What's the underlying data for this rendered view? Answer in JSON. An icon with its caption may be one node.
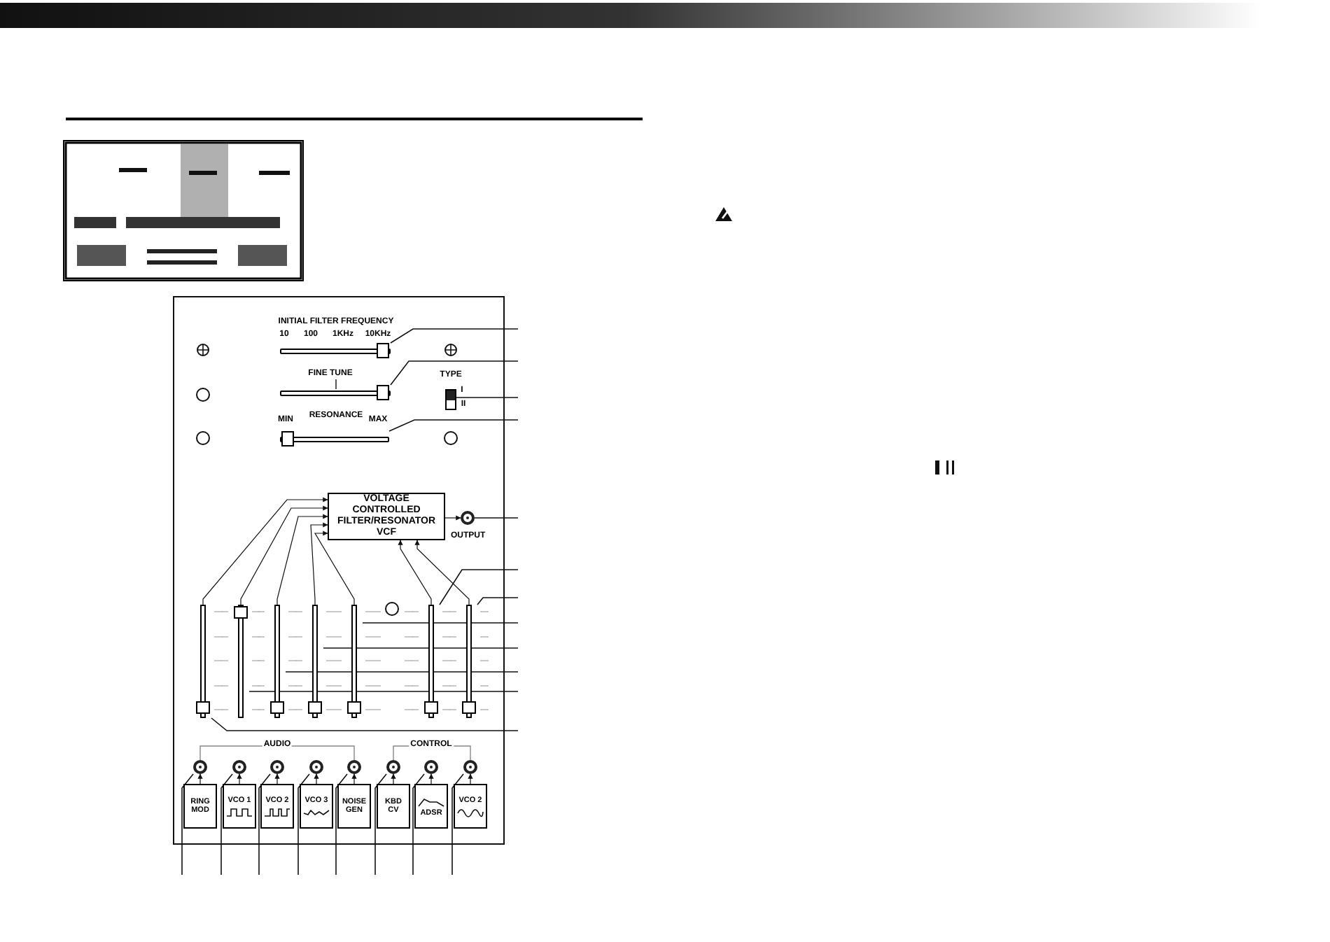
{
  "diagram": {
    "nodes": [
      {
        "text": [],
        "shape": "bar"
      },
      {
        "text": [],
        "shape": "bar"
      },
      {
        "text": [],
        "shape": "box"
      },
      {
        "text": [],
        "shape": "bar"
      },
      {
        "text": [
          "VOLTAGE CONTROLLED FILTER/RESONATOR VCF"
        ]
      },
      {
        "text": [],
        "shape": "circle",
        "beside": [
          "OUTPUT"
        ]
      },
      {
        "text": [],
        "shape": "bar"
      },
      {
        "text": [],
        "shape": "bar"
      },
      {
        "text": [],
        "shape": "bar"
      },
      {
        "text": [],
        "shape": "bar"
      },
      {
        "text": [],
        "shape": "bar"
      },
      {
        "text": [],
        "shape": "bar"
      },
      {
        "text": [],
        "shape": "bar"
      },
      {
        "text": [],
        "shape": "circle"
      },
      {
        "text": [],
        "shape": "circle"
      },
      {
        "text": [],
        "shape": "circle"
      },
      {
        "text": [],
        "shape": "circle"
      },
      {
        "text": [],
        "shape": "circle"
      },
      {
        "text": [],
        "shape": "circle"
      },
      {
        "text": [],
        "shape": "circle"
      },
      {
        "text": [],
        "shape": "circle"
      },
      {
        "text": [
          "RING MOD"
        ]
      },
      {
        "text": [
          "VCO 1"
        ]
      },
      {
        "text": [
          "VCO 2"
        ]
      },
      {
        "text": [
          "VCO 3"
        ]
      },
      {
        "text": [
          "NOISE GEN"
        ]
      },
      {
        "text": [
          "KBD CV"
        ]
      },
      {
        "text": [
          "ADSR"
        ]
      },
      {
        "text": [
          "VCO 2"
        ]
      }
    ],
    "edges": [
      {
        "from": 21,
        "to": 13,
        "arrow": "to"
      },
      {
        "from": 22,
        "to": 14,
        "arrow": "to"
      },
      {
        "from": 23,
        "to": 15,
        "arrow": "to"
      },
      {
        "from": 24,
        "to": 16,
        "arrow": "to"
      },
      {
        "from": 25,
        "to": 17,
        "arrow": "to"
      },
      {
        "from": 26,
        "to": 18,
        "arrow": "to"
      },
      {
        "from": 27,
        "to": 19,
        "arrow": "to"
      },
      {
        "from": 28,
        "to": 20,
        "arrow": "to"
      },
      {
        "from": 6,
        "to": 4,
        "arrow": "to"
      },
      {
        "from": 7,
        "to": 4,
        "arrow": "to"
      },
      {
        "from": 8,
        "to": 4,
        "arrow": "to"
      },
      {
        "from": 9,
        "to": 4,
        "arrow": "to"
      },
      {
        "from": 10,
        "to": 4,
        "arrow": "to"
      },
      {
        "from": 11,
        "to": 4,
        "arrow": "to"
      },
      {
        "from": 12,
        "to": 4,
        "arrow": "to"
      },
      {
        "from": 4,
        "to": 5,
        "arrow": "to"
      },
      {
        "from": null,
        "to": 0,
        "arrow": "none"
      },
      {
        "from": null,
        "to": 1,
        "arrow": "none"
      },
      {
        "from": null,
        "to": 2,
        "arrow": "none"
      },
      {
        "from": null,
        "to": 3,
        "arrow": "none"
      },
      {
        "from": null,
        "to": 5,
        "arrow": "none"
      },
      {
        "from": null,
        "to": 11,
        "arrow": "none"
      },
      {
        "from": null,
        "to": 12,
        "arrow": "none"
      },
      {
        "from": null,
        "to": 10,
        "arrow": "none"
      },
      {
        "from": null,
        "to": 9,
        "arrow": "none"
      },
      {
        "from": null,
        "to": 8,
        "arrow": "none"
      },
      {
        "from": null,
        "to": 7,
        "arrow": "none"
      },
      {
        "from": null,
        "to": 6,
        "arrow": "none"
      },
      {
        "from": null,
        "to": 13,
        "arrow": "none"
      },
      {
        "from": null,
        "to": 14,
        "arrow": "none"
      },
      {
        "from": null,
        "to": 15,
        "arrow": "none"
      },
      {
        "from": null,
        "to": 16,
        "arrow": "none"
      },
      {
        "from": null,
        "to": 17,
        "arrow": "none"
      },
      {
        "from": null,
        "to": 18,
        "arrow": "none"
      },
      {
        "from": null,
        "to": 19,
        "arrow": "none"
      },
      {
        "from": null,
        "to": 20,
        "arrow": "none"
      }
    ],
    "labels": [
      "INITIAL FILTER FREQUENCY",
      "10",
      "100",
      "1KHz",
      "10KHz",
      "FINE TUNE",
      "RESONANCE",
      "MIN",
      "MAX",
      "TYPE",
      "I",
      "II",
      "AUDIO",
      "CONTROL"
    ]
  }
}
